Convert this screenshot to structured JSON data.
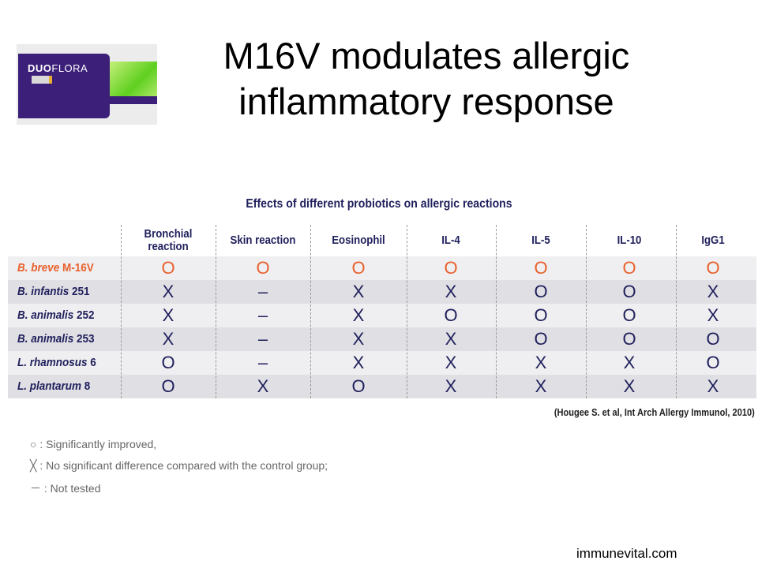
{
  "title": "M16V modulates allergic inflammatory response",
  "product": {
    "brand_bold": "DUO",
    "brand_rest": "FLORA"
  },
  "table": {
    "title": "Effects of different probiotics on allergic reactions",
    "columns": [
      "Bronchial reaction",
      "Skin reaction",
      "Eosinophil",
      "IL-4",
      "IL-5",
      "IL-10",
      "IgG1"
    ],
    "rows": [
      {
        "genus": "B. breve",
        "strain": "M-16V",
        "highlight": true,
        "values": [
          "O",
          "O",
          "O",
          "O",
          "O",
          "O",
          "O"
        ]
      },
      {
        "genus": "B. infantis",
        "strain": "251",
        "values": [
          "X",
          "–",
          "X",
          "X",
          "O",
          "O",
          "X"
        ]
      },
      {
        "genus": "B. animalis",
        "strain": "252",
        "values": [
          "X",
          "–",
          "X",
          "O",
          "O",
          "O",
          "X"
        ]
      },
      {
        "genus": "B. animalis",
        "strain": "253",
        "values": [
          "X",
          "–",
          "X",
          "X",
          "O",
          "O",
          "O"
        ]
      },
      {
        "genus": "L. rhamnosus",
        "strain": "6",
        "values": [
          "O",
          "–",
          "X",
          "X",
          "X",
          "X",
          "O"
        ]
      },
      {
        "genus": "L. plantarum",
        "strain": "8",
        "values": [
          "O",
          "X",
          "O",
          "X",
          "X",
          "X",
          "X"
        ]
      }
    ],
    "colors": {
      "highlight": "#e8602c",
      "text": "#1f1f5c",
      "row_light": "#efeff1",
      "row_dark": "#dfdfe4"
    }
  },
  "citation": "(Hougee S. et al, Int Arch Allergy Immunol, 2010)",
  "legend": [
    "○ : Significantly improved,",
    "╳ : No significant difference compared with the control group;",
    "－ : Not tested"
  ],
  "footer": "immunevital.com"
}
